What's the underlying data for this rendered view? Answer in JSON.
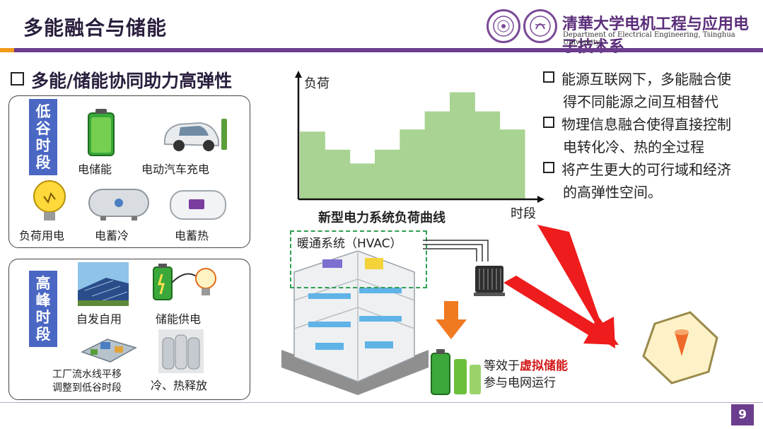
{
  "header": {
    "title": "多能融合与储能",
    "dept_cn": "清華大学电机工程与应用电子技术系",
    "dept_en": "Department of Electrical Engineering, Tsinghua University"
  },
  "section": {
    "heading": "多能/储能协同助力高弹性"
  },
  "low_period": {
    "label": "低谷时段",
    "items": [
      "电储能",
      "电动汽车充电",
      "负荷用电",
      "电蓄冷",
      "电蓄热"
    ]
  },
  "peak_period": {
    "label": "高峰时段",
    "items": [
      "自发自用",
      "储能供电",
      "工厂流水线平移",
      "调整到低谷时段",
      "冷、热释放"
    ]
  },
  "chart_data": {
    "type": "bar",
    "title": "新型电力系统负荷曲线",
    "xlabel": "时段",
    "ylabel": "负荷",
    "values": [
      6.3,
      4.6,
      3.3,
      4.6,
      6.5,
      8.2,
      10.0,
      8.2,
      6.5
    ],
    "ylim": [
      0,
      11.5
    ],
    "color": "#a8d392",
    "grid": false
  },
  "bullets": [
    {
      "line1": "能源互联网下，多能融合使",
      "line2": "得不同能源之间互相替代"
    },
    {
      "line1": "物理信息融合使得直接控制",
      "line2": "电转化冷、热的全过程"
    },
    {
      "line1": "将产生更大的可行域和经济",
      "line2": "的高弹性空间。"
    }
  ],
  "hvac": {
    "label": "暖通系统（HVAC）"
  },
  "virtual": {
    "prefix": "等效于",
    "highlight": "虚拟储能",
    "line2": "参与电网运行"
  },
  "page": {
    "number": "9"
  },
  "colors": {
    "accent": "#6b3d8e",
    "orange": "#f29a1a",
    "blue_label": "#4a67c4",
    "red": "#d41a1a",
    "green": "#2f9e53"
  }
}
